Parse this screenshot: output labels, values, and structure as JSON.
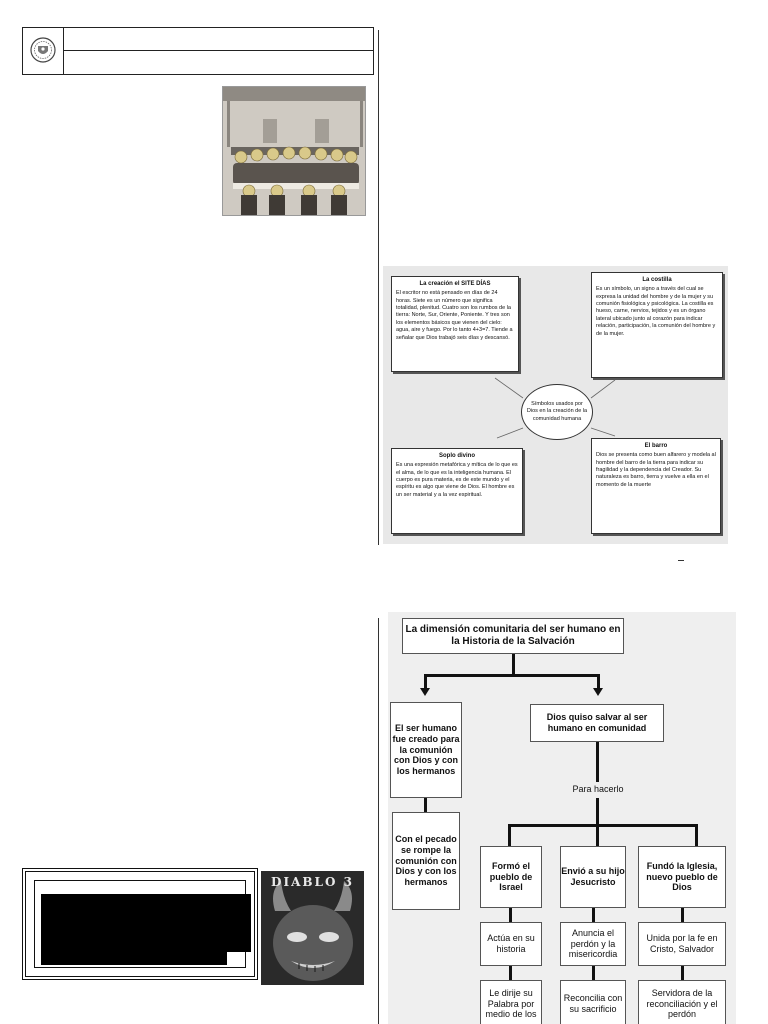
{
  "creation": {
    "center": "Símbolos usados por Dios en la creación de la comunidad humana",
    "cards": [
      {
        "title": "La creación el SITE DÍAS",
        "body": "El escritor no está pensado en días de 24 horas. Siete es un número que significa totalidad, plenitud. Cuatro son los rumbos de la tierra: Norte, Sur, Oriente, Poniente. Y tres son los elementos básicos que vienen del cielo: agua, aire y fuego. Por lo tanto 4+3=7. Tiende a señalar que Dios trabajó seis días y descansó."
      },
      {
        "title": "La costilla",
        "body": "Es un símbolo, un signo a través del cual se expresa la unidad del hombre y de la mujer y su comunión fisiológica y psicológica. La costilla es hueso, carne, nervios, tejidos y es un órgano lateral ubicado junto al corazón para indicar relación, participación, la comunión del hombre y de la mujer."
      },
      {
        "title": "Soplo divino",
        "body": "Es una expresión metafórica y mítica de lo que es el alma, de lo que es la inteligencia humana. El cuerpo es pura materia, es de este mundo y el espíritu es algo que viene de Dios. El hombre es un ser material y a la vez espiritual."
      },
      {
        "title": "El barro",
        "body": "Dios se presenta como buen alfarero y modela al hombre del barro de la tierra para indicar su fragilidad y la dependencia del Creador. Su naturaleza es barro, tierra y vuelve a ella en el momento de la muerte"
      }
    ]
  },
  "diablo": {
    "logo": "DIABLO 3"
  },
  "flow": {
    "title": "La dimensión comunitaria del ser humano en la Historia de la Salvación",
    "left1": "El ser humano fue creado para la comunión con Dios y con los hermanos",
    "left2": "Con el pecado se rompe la comunión con Dios y con los hermanos",
    "right1": "Dios quiso salvar al ser humano en comunidad",
    "connector": "Para hacerlo",
    "cols": [
      {
        "head": "Formó el pueblo de Israel",
        "mid": "Actúa en su historia",
        "low": "Le dirije su Palabra por medio de los"
      },
      {
        "head": "Envió a su hijo Jesucristo",
        "mid": "Anuncia el perdón y la misericordia",
        "low": "Reconcilia con su sacrificio"
      },
      {
        "head": "Fundó la Iglesia, nuevo pueblo de Dios",
        "mid": "Unida por la fe en Cristo, Salvador",
        "low": "Servidora de la reconciliación y el perdón"
      }
    ]
  }
}
